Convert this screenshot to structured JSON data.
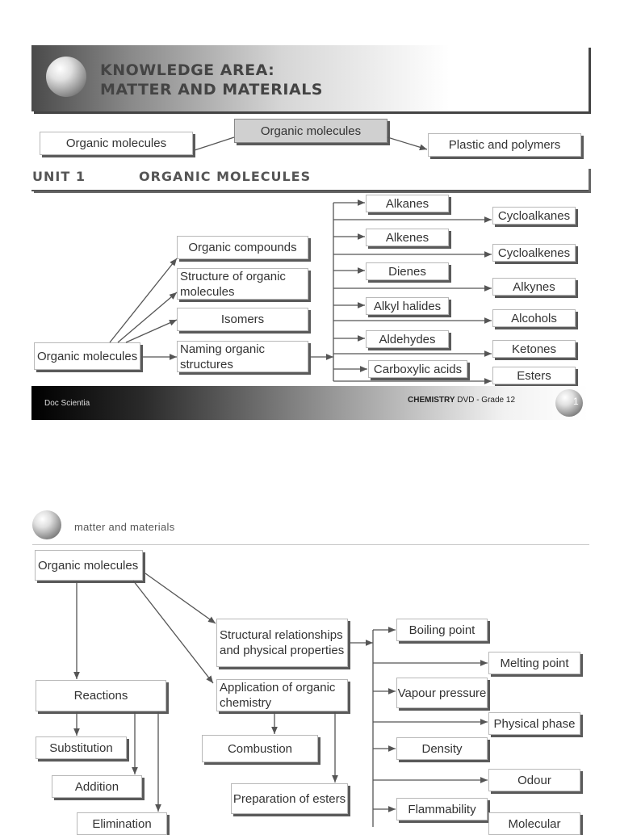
{
  "banner": {
    "line1": "KNOWLEDGE AREA:",
    "line2": "MATTER AND MATERIALS"
  },
  "top_row": {
    "left": "Organic molecules",
    "center": "Organic molecules",
    "right": "Plastic and polymers"
  },
  "unit": {
    "number": "UNIT 1",
    "title": "ORGANIC MOLECULES"
  },
  "map1": {
    "root": "Organic molecules",
    "mid": [
      "Organic compounds",
      "Structure of organic molecules",
      "Isomers",
      "Naming organic structures"
    ],
    "col3": [
      "Alkanes",
      "Alkenes",
      "Dienes",
      "Alkyl halides",
      "Aldehydes",
      "Carboxylic acids"
    ],
    "col4": [
      "Cycloalkanes",
      "Cycloalkenes",
      "Alkynes",
      "Alcohols",
      "Ketones",
      "Esters"
    ]
  },
  "footer": {
    "left": "Doc Scientia",
    "brand": "CHEMISTRY",
    "rest": " DVD - Grade 12",
    "page": "1"
  },
  "page2": {
    "header": "matter and materials",
    "root": "Organic molecules",
    "reactions": "Reactions",
    "reaction_types": [
      "Substitution",
      "Addition",
      "Elimination"
    ],
    "structural": "Structural relationships and physical properties",
    "application": "Application of organic chemistry",
    "combustion": "Combustion",
    "preparation": "Preparation of esters",
    "properties": [
      "Boiling point",
      "Melting point",
      "Vapour pressure",
      "Physical phase",
      "Density",
      "Odour",
      "Flammability",
      "Molecular"
    ]
  },
  "colors": {
    "shadow": "#5a5a5a",
    "border": "#b8b8b8",
    "center_box": "#d0d0d0"
  }
}
